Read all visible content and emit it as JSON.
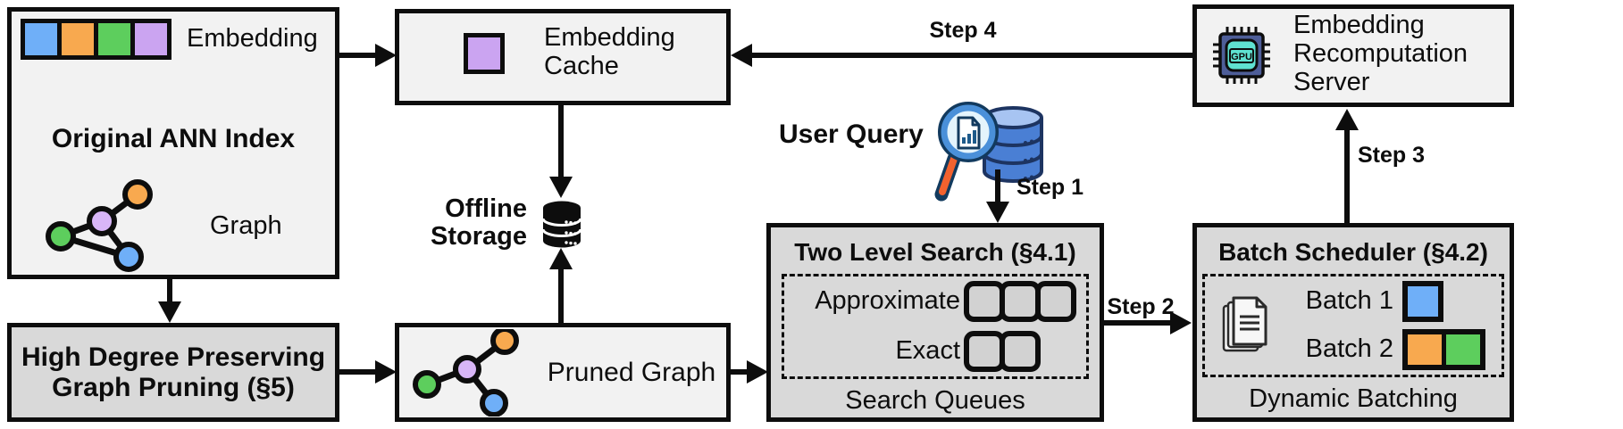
{
  "colors": {
    "blue": "#6FAFF8",
    "orange": "#F8A94F",
    "green": "#5DCE5D",
    "purple": "#CBA4F1",
    "box_light": "#f2f2f2",
    "box_dark": "#d9d9d9",
    "gpu_chip": "#4E5E99",
    "gpu_core": "#5FE2D1",
    "magnifier_handle": "#F2622E",
    "query_db_blue": "#4A7FD4"
  },
  "boxes": {
    "original_ann_index": {
      "title": "Original ANN Index",
      "embedding_label": "Embedding",
      "graph_label": "Graph"
    },
    "embedding_cache": {
      "label": "Embedding Cache"
    },
    "offline_storage": {
      "label": "Offline Storage"
    },
    "embedding_recomputation_server": {
      "label": "Embedding Recomputation Server",
      "gpu_text": "GPU"
    },
    "high_degree_pruning": {
      "label": "High Degree Preserving Graph Pruning (§5)"
    },
    "pruned_graph": {
      "label": "Pruned Graph"
    },
    "user_query": {
      "label": "User Query"
    },
    "two_level_search": {
      "title": "Two Level Search (§4.1)",
      "approximate_label": "Approximate",
      "approximate_queue_count": 3,
      "exact_label": "Exact",
      "exact_queue_count": 2,
      "footer": "Search Queues"
    },
    "batch_scheduler": {
      "title": "Batch Scheduler (§4.2)",
      "batch1_label": "Batch 1",
      "batch1_colors": [
        "blue"
      ],
      "batch2_label": "Batch 2",
      "batch2_colors": [
        "orange",
        "green"
      ],
      "footer": "Dynamic Batching"
    }
  },
  "arrows": {
    "step1": "Step 1",
    "step2": "Step 2",
    "step3": "Step 3",
    "step4": "Step 4"
  }
}
